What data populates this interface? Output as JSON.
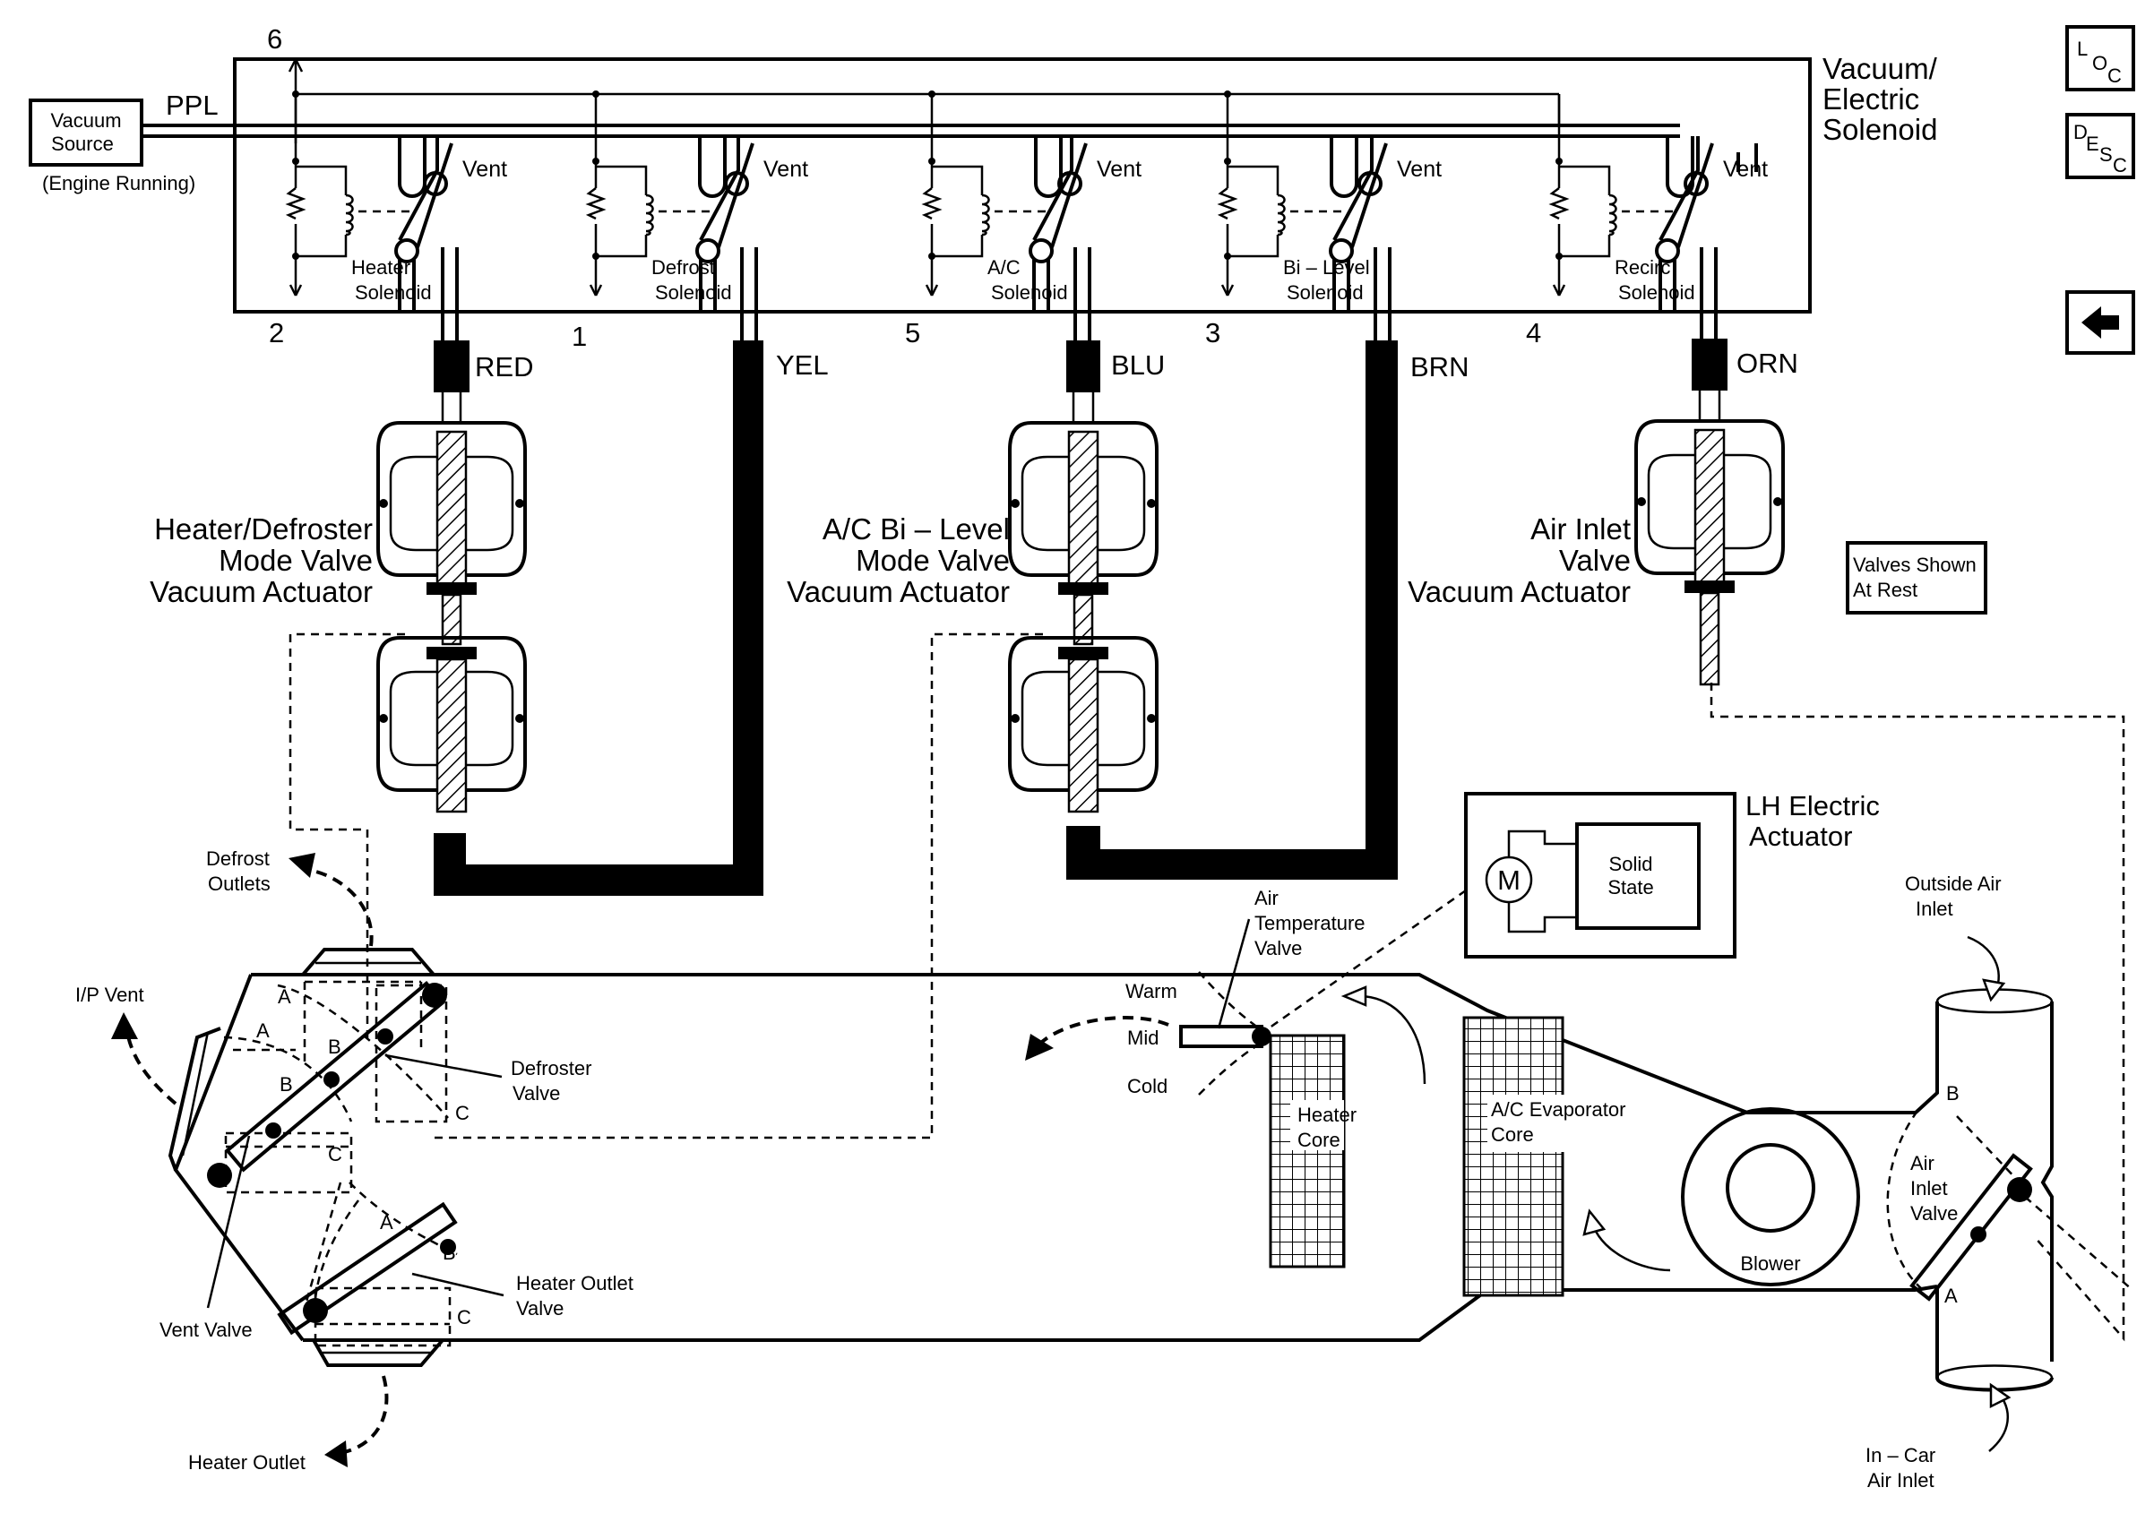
{
  "nav": {
    "loc": {
      "l": "L",
      "o": "O",
      "c": "C"
    },
    "desc": {
      "d": "D",
      "e": "E",
      "s": "S",
      "c": "C"
    },
    "back_icon": "left-arrow-icon"
  },
  "solenoid_block": {
    "title_1": "Vacuum/",
    "title_2": "Electric",
    "title_3": "Solenoid",
    "ppl": "PPL",
    "vacuum_source_1": "Vacuum",
    "vacuum_source_2": "Source",
    "engine_running": "(Engine Running)",
    "terminal_6": "6",
    "terminals": [
      "2",
      "1",
      "5",
      "3",
      "4"
    ],
    "vent": "Vent",
    "solenoids": [
      {
        "line1": "Heater",
        "line2": "Solenoid"
      },
      {
        "line1": "Defrost",
        "line2": "Solenoid"
      },
      {
        "line1": "A/C",
        "line2": "Solenoid"
      },
      {
        "line1": "Bi – Level",
        "line2": "Solenoid"
      },
      {
        "line1": "Recirc",
        "line2": "Solenoid"
      }
    ]
  },
  "hoses": [
    "RED",
    "YEL",
    "BLU",
    "BRN",
    "ORN"
  ],
  "actuators": {
    "heater_defroster": [
      "Heater/Defroster",
      "Mode Valve",
      "Vacuum Actuator"
    ],
    "ac_bilevel": [
      "A/C Bi – Level",
      "Mode Valve",
      "Vacuum Actuator"
    ],
    "air_inlet": [
      "Air Inlet",
      "Valve",
      "Vacuum Actuator"
    ]
  },
  "valves_shown": [
    "Valves Shown",
    "At Rest"
  ],
  "lh_actuator": {
    "title_1": "LH Electric",
    "title_2": "Actuator",
    "motor": "M",
    "solid_1": "Solid",
    "solid_2": "State"
  },
  "labels": {
    "defrost_outlets": [
      "Defrost",
      "Outlets"
    ],
    "ip_vent": "I/P Vent",
    "defroster_valve": [
      "Defroster",
      "Valve"
    ],
    "vent_valve": "Vent Valve",
    "heater_outlet_valve": [
      "Heater Outlet",
      "Valve"
    ],
    "heater_outlet": "Heater Outlet",
    "air_temp_valve": [
      "Air",
      "Temperature",
      "Valve"
    ],
    "warm": "Warm",
    "mid": "Mid",
    "cold": "Cold",
    "heater_core": [
      "Heater",
      "Core"
    ],
    "evap_core": [
      "A/C Evaporator",
      "Core"
    ],
    "blower": "Blower",
    "outside_air": [
      "Outside Air",
      "Inlet"
    ],
    "air_inlet_valve": [
      "Air",
      "Inlet",
      "Valve"
    ],
    "in_car_air": [
      "In – Car",
      "Air Inlet"
    ],
    "a": "A",
    "b": "B",
    "c": "C"
  }
}
